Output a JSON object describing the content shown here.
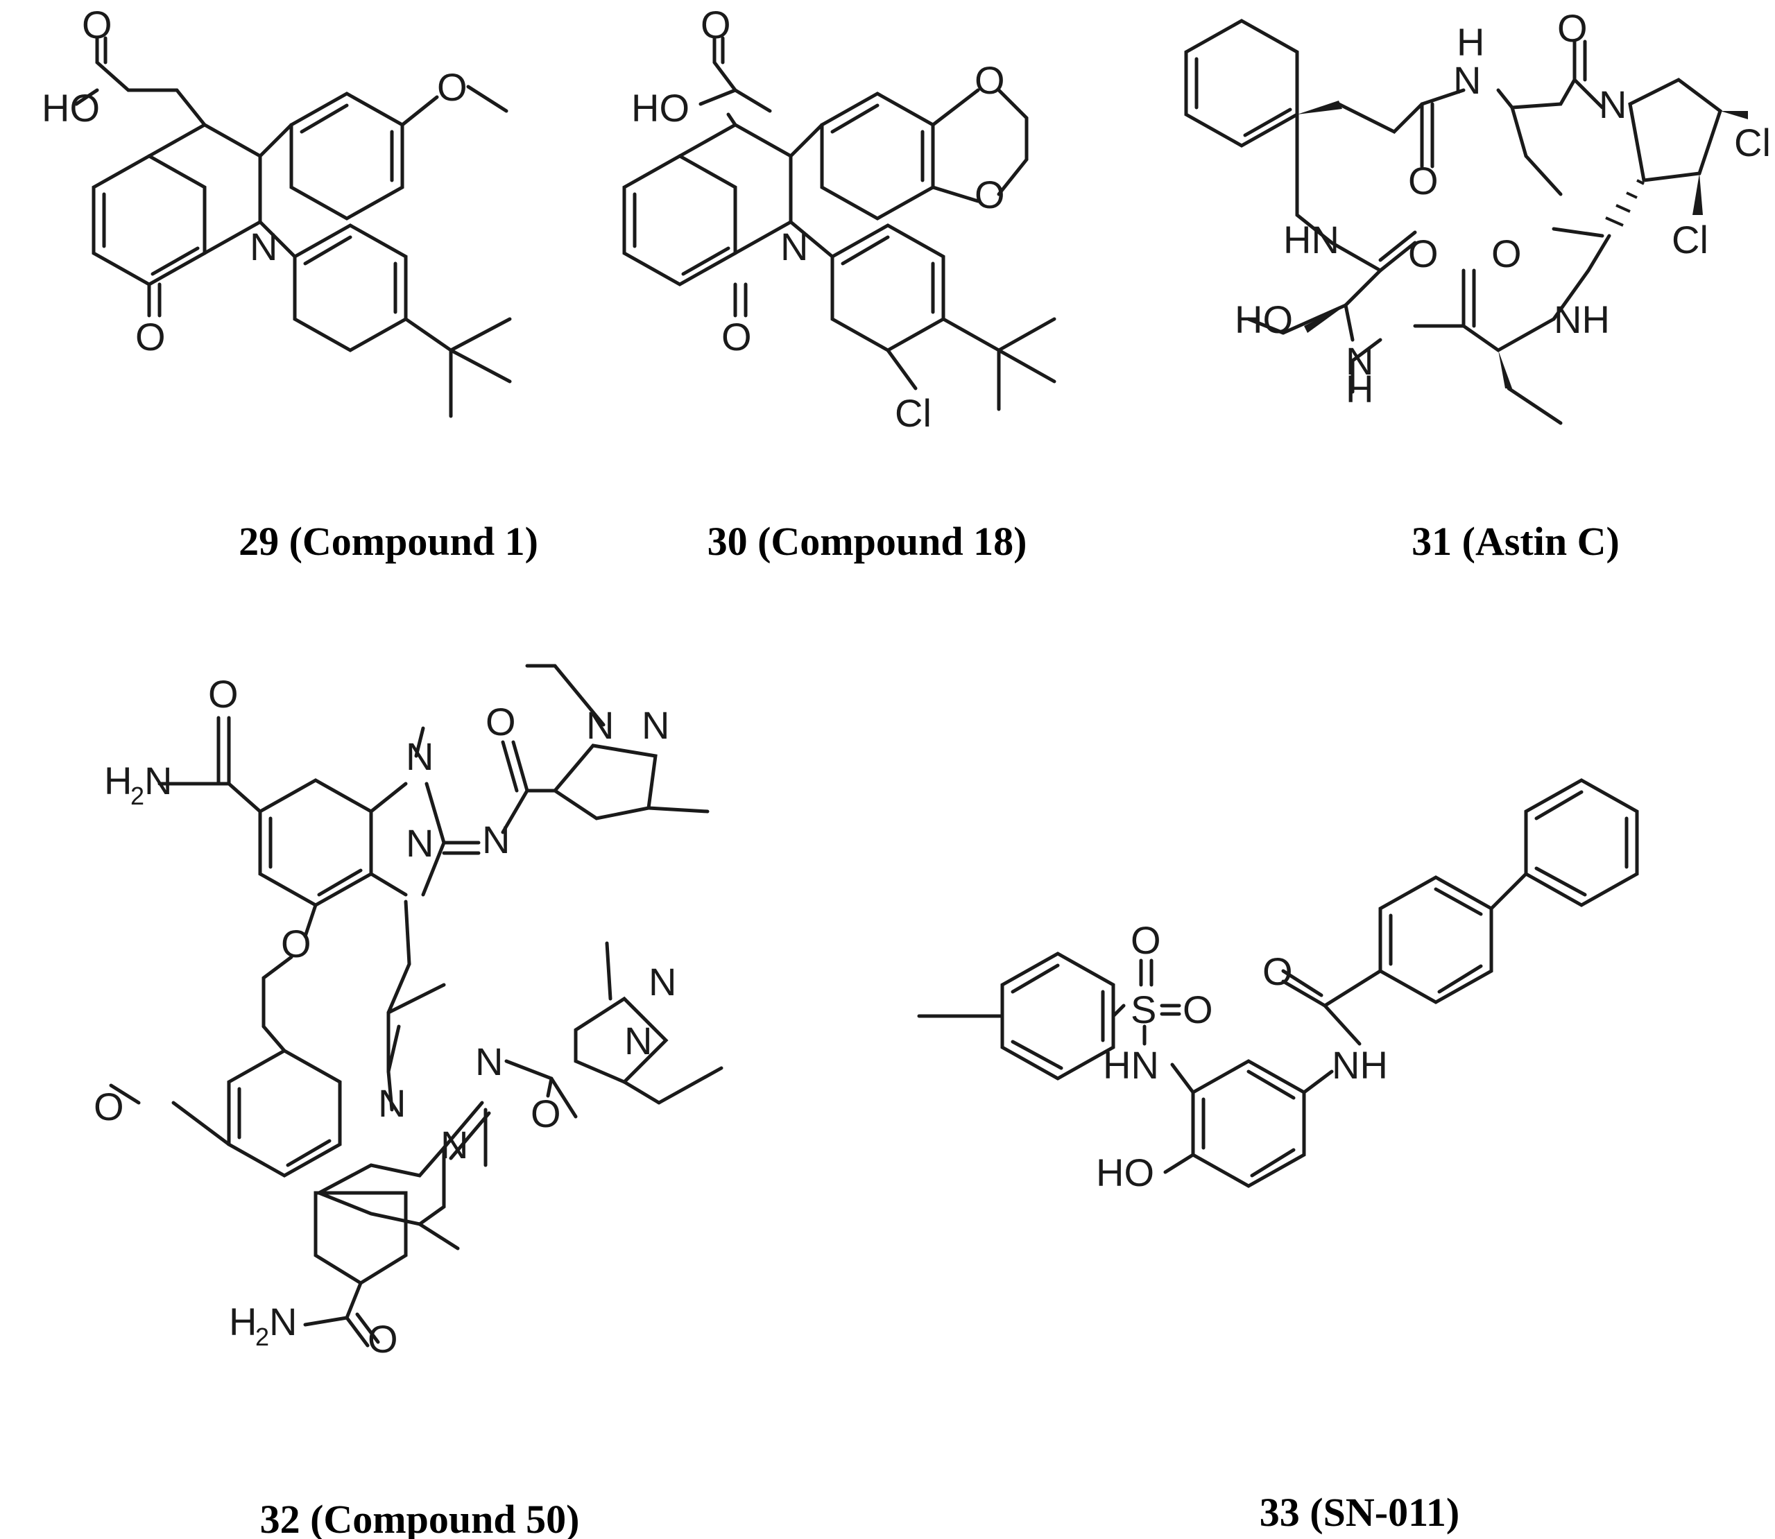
{
  "compounds": [
    {
      "label": "29 (Compound 1)"
    },
    {
      "label": "30 (Compound 18)"
    },
    {
      "label": "31 (Astin C)"
    },
    {
      "label": "32 (Compound 50)"
    },
    {
      "label": "33 (SN-011)"
    }
  ],
  "atoms": {
    "o": "O",
    "ho": "HO",
    "n": "N",
    "h": "H",
    "hn": "HN",
    "nh": "NH",
    "cl": "Cl",
    "s": "S",
    "h2n_h": "H",
    "h2n_sub": "2",
    "h2n_n": "N"
  },
  "colors": {
    "ink": "#1a1a1a",
    "background": "#ffffff"
  }
}
